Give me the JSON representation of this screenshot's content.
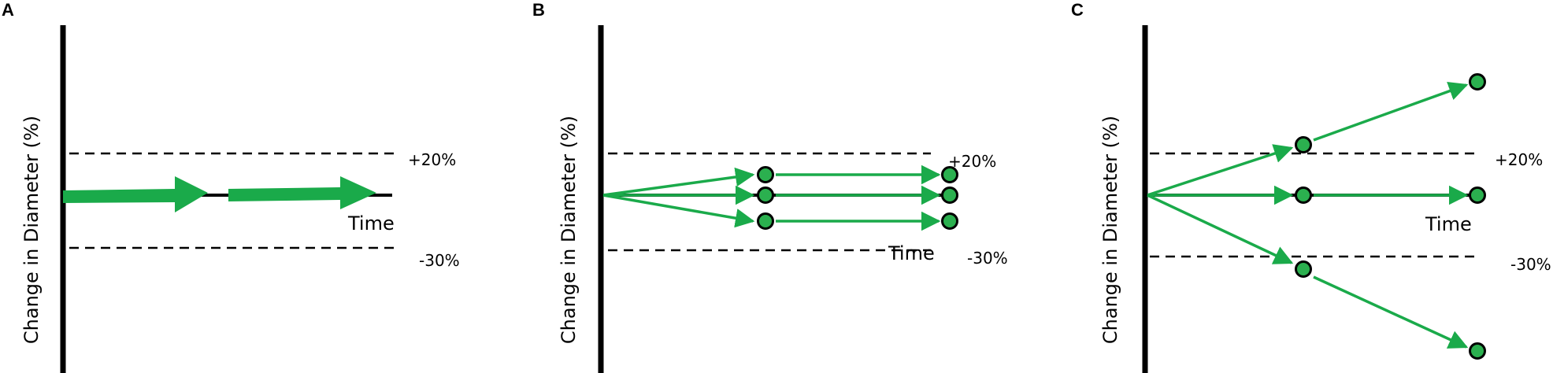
{
  "panels": [
    {
      "letter": "A",
      "y_axis_label": "Change in Diameter (%)",
      "upper_threshold": "+20%",
      "lower_threshold": "-30%",
      "x_axis_label": "Time"
    },
    {
      "letter": "B",
      "y_axis_label": "Change in Diameter (%)",
      "upper_threshold": "+20%",
      "lower_threshold": "-30%",
      "x_axis_label": "Time"
    },
    {
      "letter": "C",
      "y_axis_label": "Change in Diameter (%)",
      "upper_threshold": "+20%",
      "lower_threshold": "-30%",
      "x_axis_label": "Time"
    }
  ],
  "colors": {
    "arrow_green": "#1aaa4a",
    "node_fill": "#2bb04f",
    "axis": "#000000"
  }
}
